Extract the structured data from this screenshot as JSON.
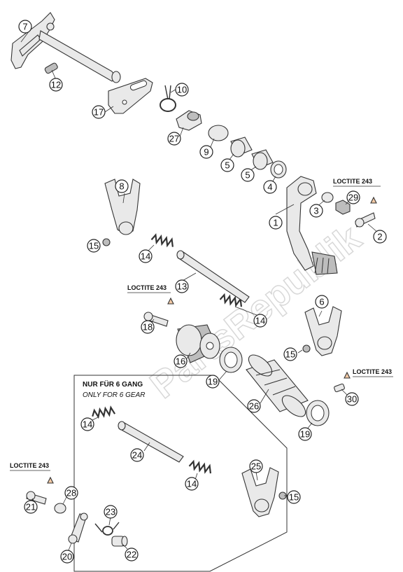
{
  "watermark": "PartsRepublik",
  "notes": {
    "loctite_1": "LOCTITE 243",
    "loctite_2": "LOCTITE 243",
    "loctite_3": "LOCTITE 243",
    "loctite_4": "LOCTITE 243",
    "gear_title": "NUR FÜR 6 GANG",
    "gear_subtitle": "ONLY FOR 6 GEAR"
  },
  "callouts": {
    "c7": "7",
    "c12": "12",
    "c17": "17",
    "c10": "10",
    "c27": "27",
    "c9": "9",
    "c5a": "5",
    "c5b": "5",
    "c4": "4",
    "c3": "3",
    "c29": "29",
    "c1": "1",
    "c2": "2",
    "c8": "8",
    "c15a": "15",
    "c14a": "14",
    "c13": "13",
    "c18": "18",
    "c14b": "14",
    "c6": "6",
    "c16": "16",
    "c15b": "15",
    "c19a": "19",
    "c26": "26",
    "c19b": "19",
    "c30": "30",
    "c14c": "14",
    "c24": "24",
    "c14d": "14",
    "c25": "25",
    "c15c": "15",
    "c21": "21",
    "c28": "28",
    "c23": "23",
    "c20": "20",
    "c22": "22"
  }
}
